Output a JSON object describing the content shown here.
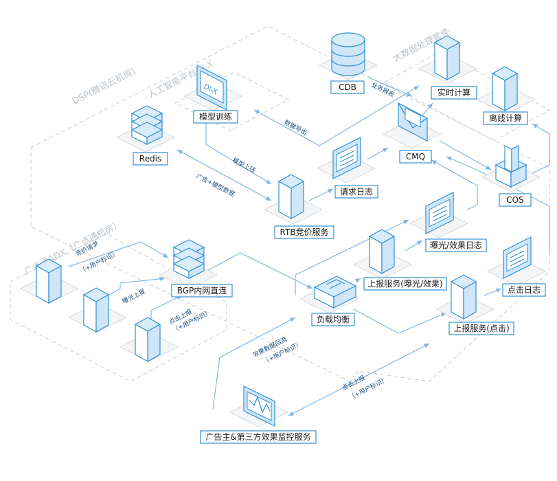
{
  "zones": {
    "dsp": "DSP(腾讯云机房)",
    "ai_platform": "人工智能平台DI-X",
    "bigdata": "大数据处理套件",
    "adx": "广点通ADX（广点通机房）"
  },
  "nodes": {
    "cdb": "CDB",
    "realtime": "实时计算",
    "offline": "离线计算",
    "model": "模型训练",
    "redis": "Redis",
    "cmq": "CMQ",
    "cos": "COS",
    "reqlog": "请求日志",
    "rtb": "RTB竞价服务",
    "explog": "曝光/效果日志",
    "bgp": "BGP内网直连",
    "lb": "负载均衡",
    "report_exp": "上报服务(曝光/效果)",
    "clicklog": "点击日志",
    "report_click": "上报服务(点击)",
    "advertiser": "广告主&第三方效果监控服务"
  },
  "icon_text": {
    "dix": "DI-X"
  },
  "edges": {
    "biz_report": "业务报表",
    "data_export": "数据导出",
    "model_online": "模型上线",
    "ad_model_data": "广告+模型数据",
    "bid_request": "竞价请求",
    "bid_user": "（+用户标识）",
    "exp_report": "曝光上报",
    "click_report": "点击上报",
    "click_user": "（+用户标识）",
    "effect_callback": "效果数据回流",
    "effect_user": "（+用户标识）",
    "click_report2": "点击上报",
    "click_user2": "（+用户标识）"
  },
  "colors": {
    "accent": "#2f8fd6",
    "edge": "#7fb6e3",
    "zone": "#c8ccd0"
  }
}
